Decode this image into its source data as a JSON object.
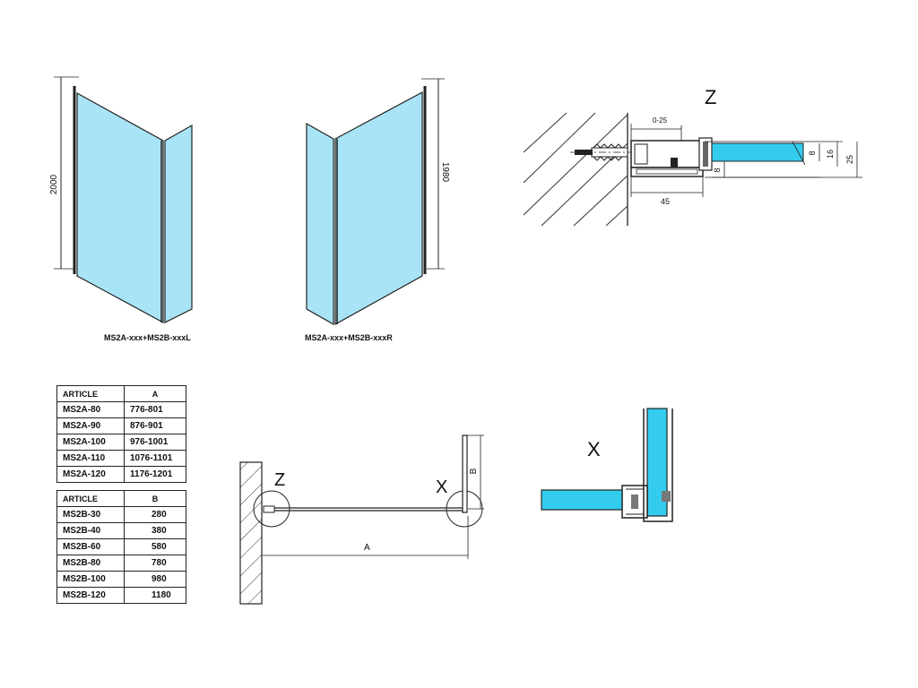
{
  "labels": {
    "left_view_caption": "MS2A-xxx+MS2B-xxxL",
    "right_view_caption": "MS2A-xxx+MS2B-xxxR",
    "left_height": "2000",
    "right_height": "1980",
    "detail_z_title": "Z",
    "detail_x_title": "X",
    "plan_z": "Z",
    "plan_x": "X",
    "plan_dim_a": "A",
    "plan_dim_b": "B",
    "dim_0_25": "0-25",
    "dim_8_glass": "8",
    "dim_16": "16",
    "dim_25": "25",
    "dim_8_profile": "8",
    "dim_45": "45"
  },
  "colors": {
    "glass": "#a8e4f5",
    "glass_plan": "#33ccee",
    "line": "#222222"
  },
  "table_a": {
    "headers": [
      "ARTICLE",
      "A"
    ],
    "rows": [
      [
        "MS2A-80",
        "776-801"
      ],
      [
        "MS2A-90",
        "876-901"
      ],
      [
        "MS2A-100",
        "976-1001"
      ],
      [
        "MS2A-110",
        "1076-1101"
      ],
      [
        "MS2A-120",
        "1176-1201"
      ]
    ]
  },
  "table_b": {
    "headers": [
      "ARTICLE",
      "B"
    ],
    "rows": [
      [
        "MS2B-30",
        "280"
      ],
      [
        "MS2B-40",
        "380"
      ],
      [
        "MS2B-60",
        "580"
      ],
      [
        "MS2B-80",
        "780"
      ],
      [
        "MS2B-100",
        "980"
      ],
      [
        "MS2B-120",
        "1180"
      ]
    ]
  }
}
